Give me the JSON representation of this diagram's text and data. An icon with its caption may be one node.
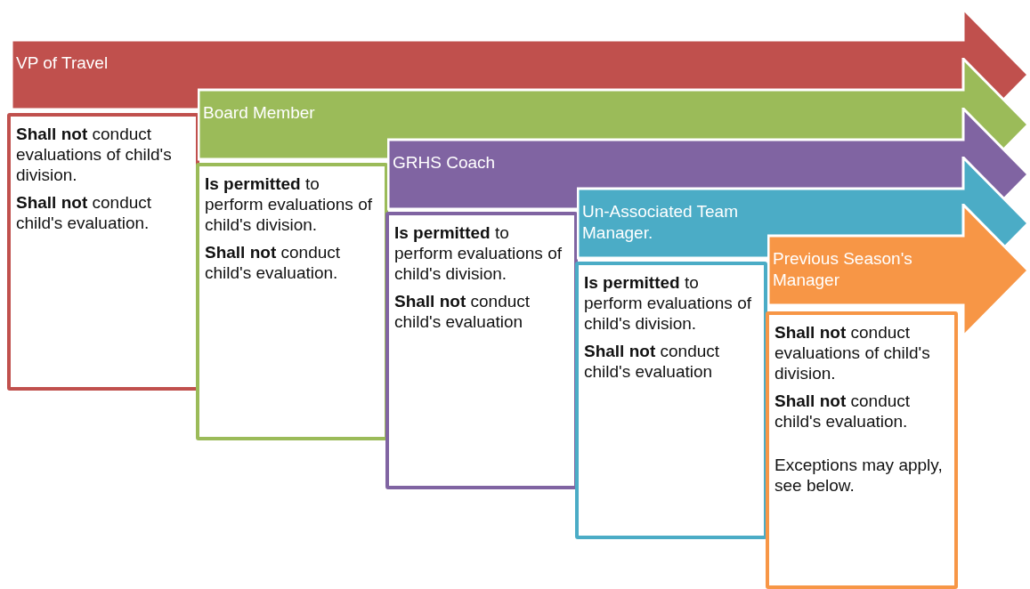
{
  "diagram": {
    "nodes": [
      {
        "text": [
          "VP of Travel"
        ]
      },
      {
        "text": [
          "**Shall not** conduct evaluations of child's division.",
          "**Shall not** conduct child's evaluation."
        ]
      },
      {
        "text": [
          "Board Member"
        ]
      },
      {
        "text": [
          "**Is permitted** to perform evaluations of child's division.",
          "**Shall not** conduct child's evaluation."
        ]
      },
      {
        "text": [
          "GRHS Coach"
        ]
      },
      {
        "text": [
          "**Is permitted** to perform evaluations of child's division.",
          "**Shall not** conduct child's evaluation"
        ]
      },
      {
        "text": [
          "Un-Associated Team Manager."
        ]
      },
      {
        "text": [
          "**Is permitted** to perform evaluations of child's division.",
          "**Shall not** conduct child's evaluation"
        ]
      },
      {
        "text": [
          "Previous Season's Manager"
        ]
      },
      {
        "text": [
          "**Shall not** conduct evaluations of child's division.",
          "**Shall not** conduct child's evaluation.",
          "Exceptions may apply, see below."
        ]
      }
    ]
  }
}
